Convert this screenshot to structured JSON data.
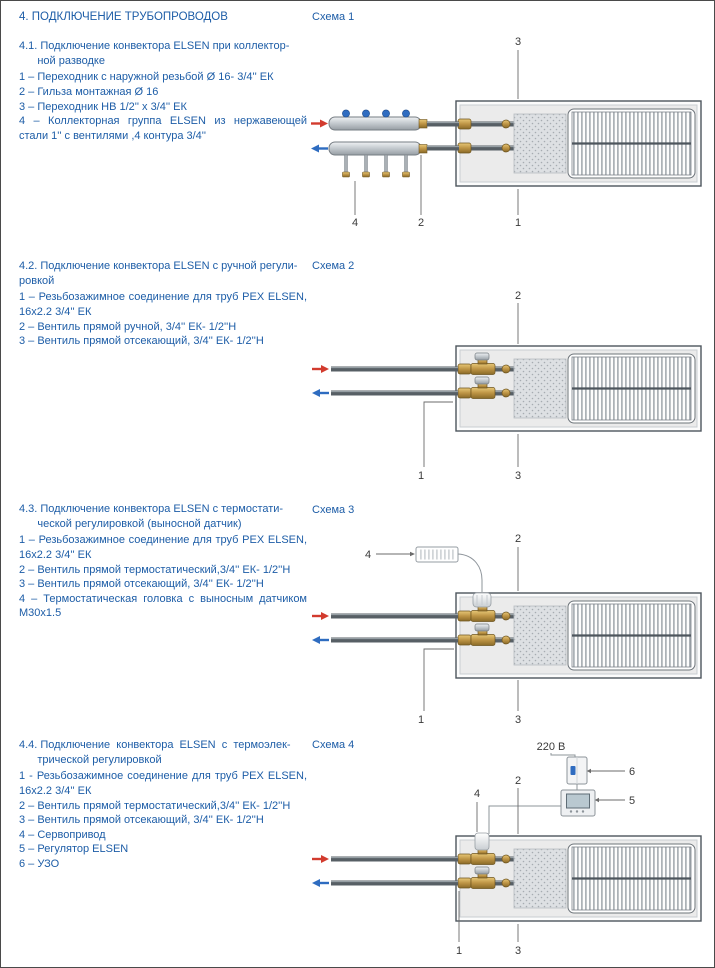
{
  "page": {
    "title": "4. ПОДКЛЮЧЕНИЕ ТРУБОПРОВОДОВ"
  },
  "colors": {
    "text_blue": "#1d5da7",
    "supply_red": "#d23b2e",
    "return_blue": "#2e6cc0"
  },
  "sections": [
    {
      "heading": "4.1. Подключение конвектора ELSEN при коллектор-\n      ной разводке",
      "items": [
        "1 – Переходник с наружной резьбой Ø 16- 3/4'' ЕК",
        "2 – Гильза монтажная Ø 16",
        "3 – Переходник НВ 1/2'' х 3/4'' ЕК",
        "4 – Коллекторная группа ELSEN из нержавеющей стали 1'' с вентилями ,4 контура 3/4''"
      ],
      "schema_label": "Схема 1",
      "callouts": {
        "c1": "1",
        "c2": "2",
        "c3": "3",
        "c4": "4"
      }
    },
    {
      "heading": "4.2. Подключение конвектора ELSEN с ручной регули-\nровкой",
      "items": [
        "1 – Резьбозажимное соединение для труб PEX ELSEN, 16х2.2 3/4'' ЕК",
        "2 – Вентиль прямой ручной, 3/4'' ЕК- 1/2''Н",
        "3 – Вентиль прямой отсекающий, 3/4'' ЕК- 1/2''Н"
      ],
      "schema_label": "Схема 2",
      "callouts": {
        "c1": "1",
        "c2": "2",
        "c3": "3"
      }
    },
    {
      "heading": "4.3. Подключение конвектора ELSEN с термостати-\n      ческой регулировкой (выносной датчик)",
      "items": [
        "1 – Резьбозажимное соединение для труб PEX ELSEN, 16х2.2 3/4'' ЕК",
        "2 – Вентиль прямой термостатический,3/4'' ЕК- 1/2''Н",
        "3 – Вентиль прямой отсекающий, 3/4'' ЕК- 1/2''Н",
        "4 – Термостатическая головка с выносным датчиком М30х1.5"
      ],
      "schema_label": "Схема 3",
      "callouts": {
        "c1": "1",
        "c2": "2",
        "c3": "3",
        "c4": "4"
      }
    },
    {
      "heading": "4.4. Подключение  конвектора  ELSEN  с  термоэлек-\n      трической регулировкой",
      "items": [
        "1 - Резьбозажимное соединение для труб PEX ELSEN, 16х2.2 3/4'' ЕК",
        "2 – Вентиль прямой термостатический,3/4'' ЕК- 1/2''Н",
        "3 – Вентиль прямой отсекающий, 3/4'' ЕК- 1/2''Н",
        "4 – Сервопривод",
        "5 – Регулятор ELSEN",
        "6 – УЗО"
      ],
      "schema_label": "Схема 4",
      "voltage_label": "220 В",
      "callouts": {
        "c1": "1",
        "c2": "2",
        "c3": "3",
        "c4": "4",
        "c5": "5",
        "c6": "6"
      }
    }
  ]
}
